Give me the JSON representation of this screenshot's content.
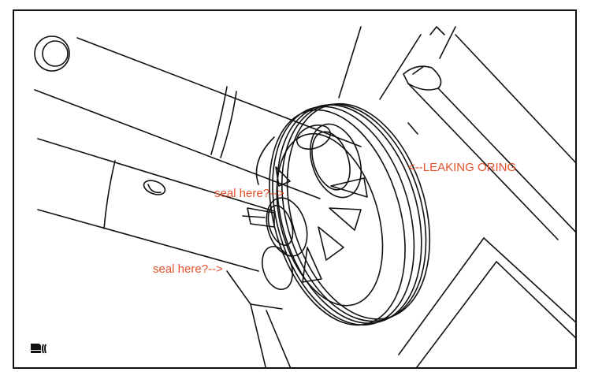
{
  "annotations": {
    "leak": "<--LEAKING ORING",
    "seal_upper": "seal here?-->",
    "seal_lower": "seal here?-->"
  },
  "colors": {
    "annotation": "#e2512b",
    "line": "#111111",
    "background": "#ffffff"
  },
  "icons": {
    "corner": "illustration-index-icon"
  }
}
